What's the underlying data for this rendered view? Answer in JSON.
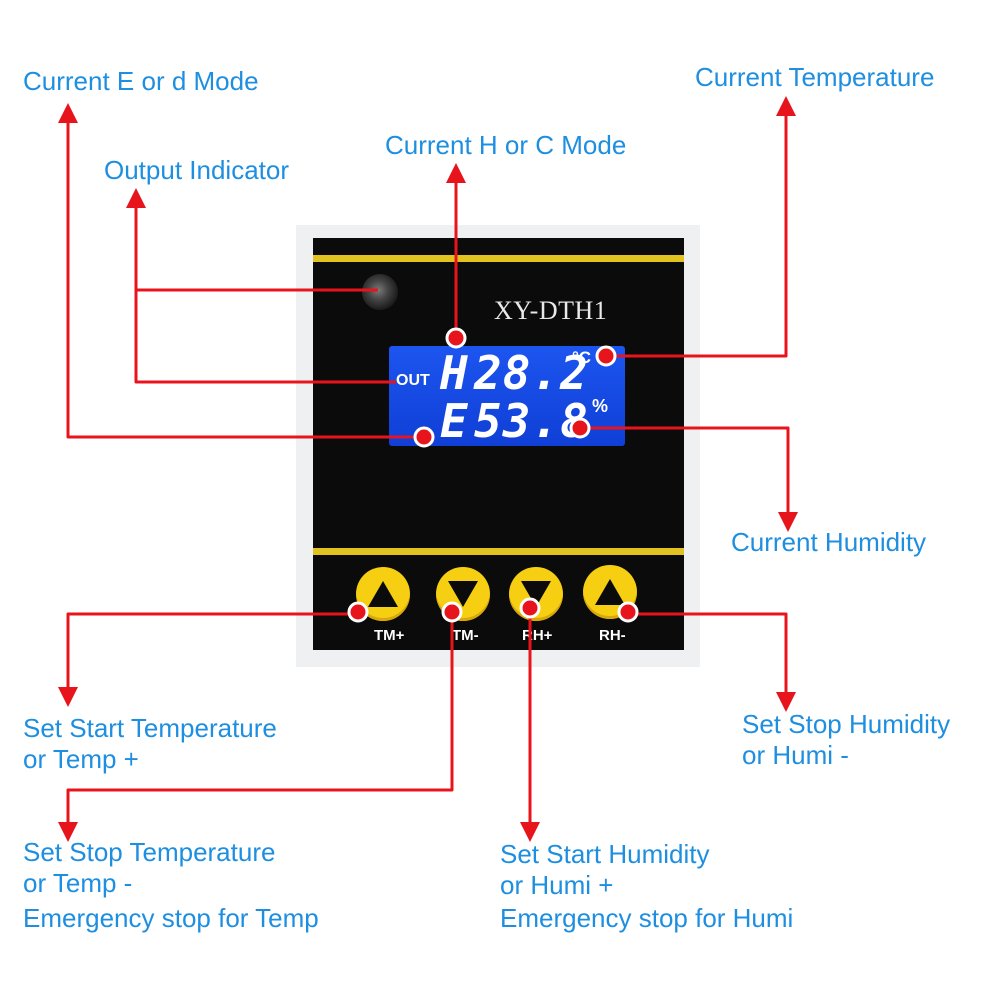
{
  "device": {
    "model": "XY-DTH1",
    "display": {
      "out_label": "OUT",
      "row1_mode": "H",
      "row1_value": "28.2",
      "row1_unit": "°C",
      "row2_mode": "E",
      "row2_value": "53.8",
      "row2_unit": "%"
    },
    "buttons": [
      {
        "label": "TM+",
        "icon": "up-triangle-icon"
      },
      {
        "label": "TM-",
        "icon": "down-triangle-icon"
      },
      {
        "label": "RH+",
        "icon": "down-triangle-icon"
      },
      {
        "label": "RH-",
        "icon": "up-triangle-icon"
      }
    ]
  },
  "annotations": {
    "current_e_or_d_mode": "Current E or d Mode",
    "output_indicator": "Output Indicator",
    "current_h_or_c_mode": "Current H or C Mode",
    "current_temperature": "Current Temperature",
    "current_humidity": "Current Humidity",
    "set_start_temperature_1": "Set Start Temperature",
    "set_start_temperature_2": "or Temp +",
    "set_stop_humidity_1": "Set Stop Humidity",
    "set_stop_humidity_2": "or Humi -",
    "set_stop_temperature_1": "Set Stop Temperature",
    "set_stop_temperature_2": "or Temp -",
    "set_stop_temperature_3": "Emergency stop for Temp",
    "set_start_humidity_1": "Set Start Humidity",
    "set_start_humidity_2": "or Humi +",
    "set_start_humidity_3": "Emergency stop for Humi"
  },
  "colors": {
    "label": "#1e8fe0",
    "arrow": "#e8141b",
    "lcd": "#1d55f0",
    "button": "#f6cf12",
    "stripe": "#e2c21f"
  }
}
